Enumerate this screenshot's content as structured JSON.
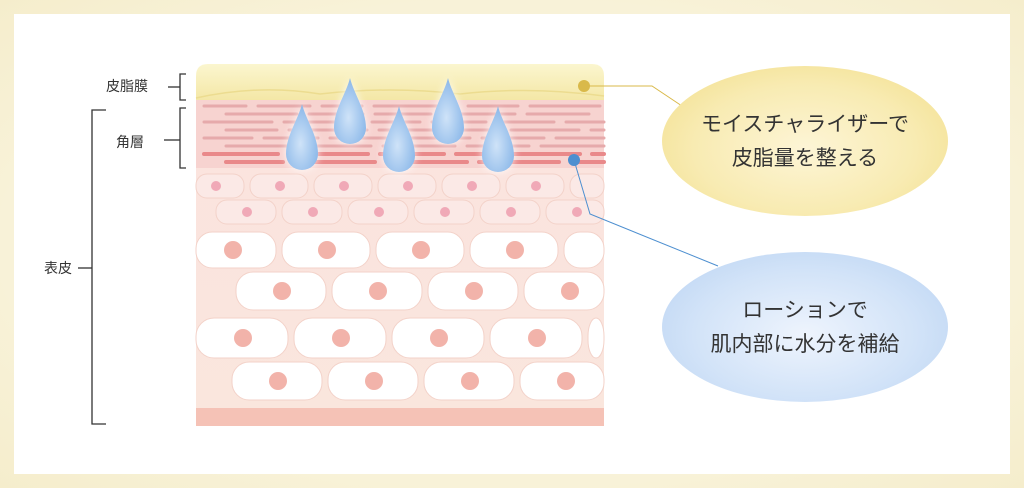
{
  "labels": {
    "sebum_film": "皮脂膜",
    "stratum_corneum": "角層",
    "epidermis": "表皮"
  },
  "callouts": {
    "moisturizer": {
      "line1": "モイスチャライザーで",
      "line2": "皮脂量を整える"
    },
    "lotion": {
      "line1": "ローションで",
      "line2": "肌内部に水分を補給"
    }
  },
  "colors": {
    "sebum": "#f8efb4",
    "corneum_line": "#e8a6a8",
    "cell_fill": "#ffffff",
    "nucleus": "#f2b3aa",
    "droplet": "#8ab8ea",
    "yellow_dot": "#d9b94a",
    "blue_dot": "#4d8fd0"
  }
}
